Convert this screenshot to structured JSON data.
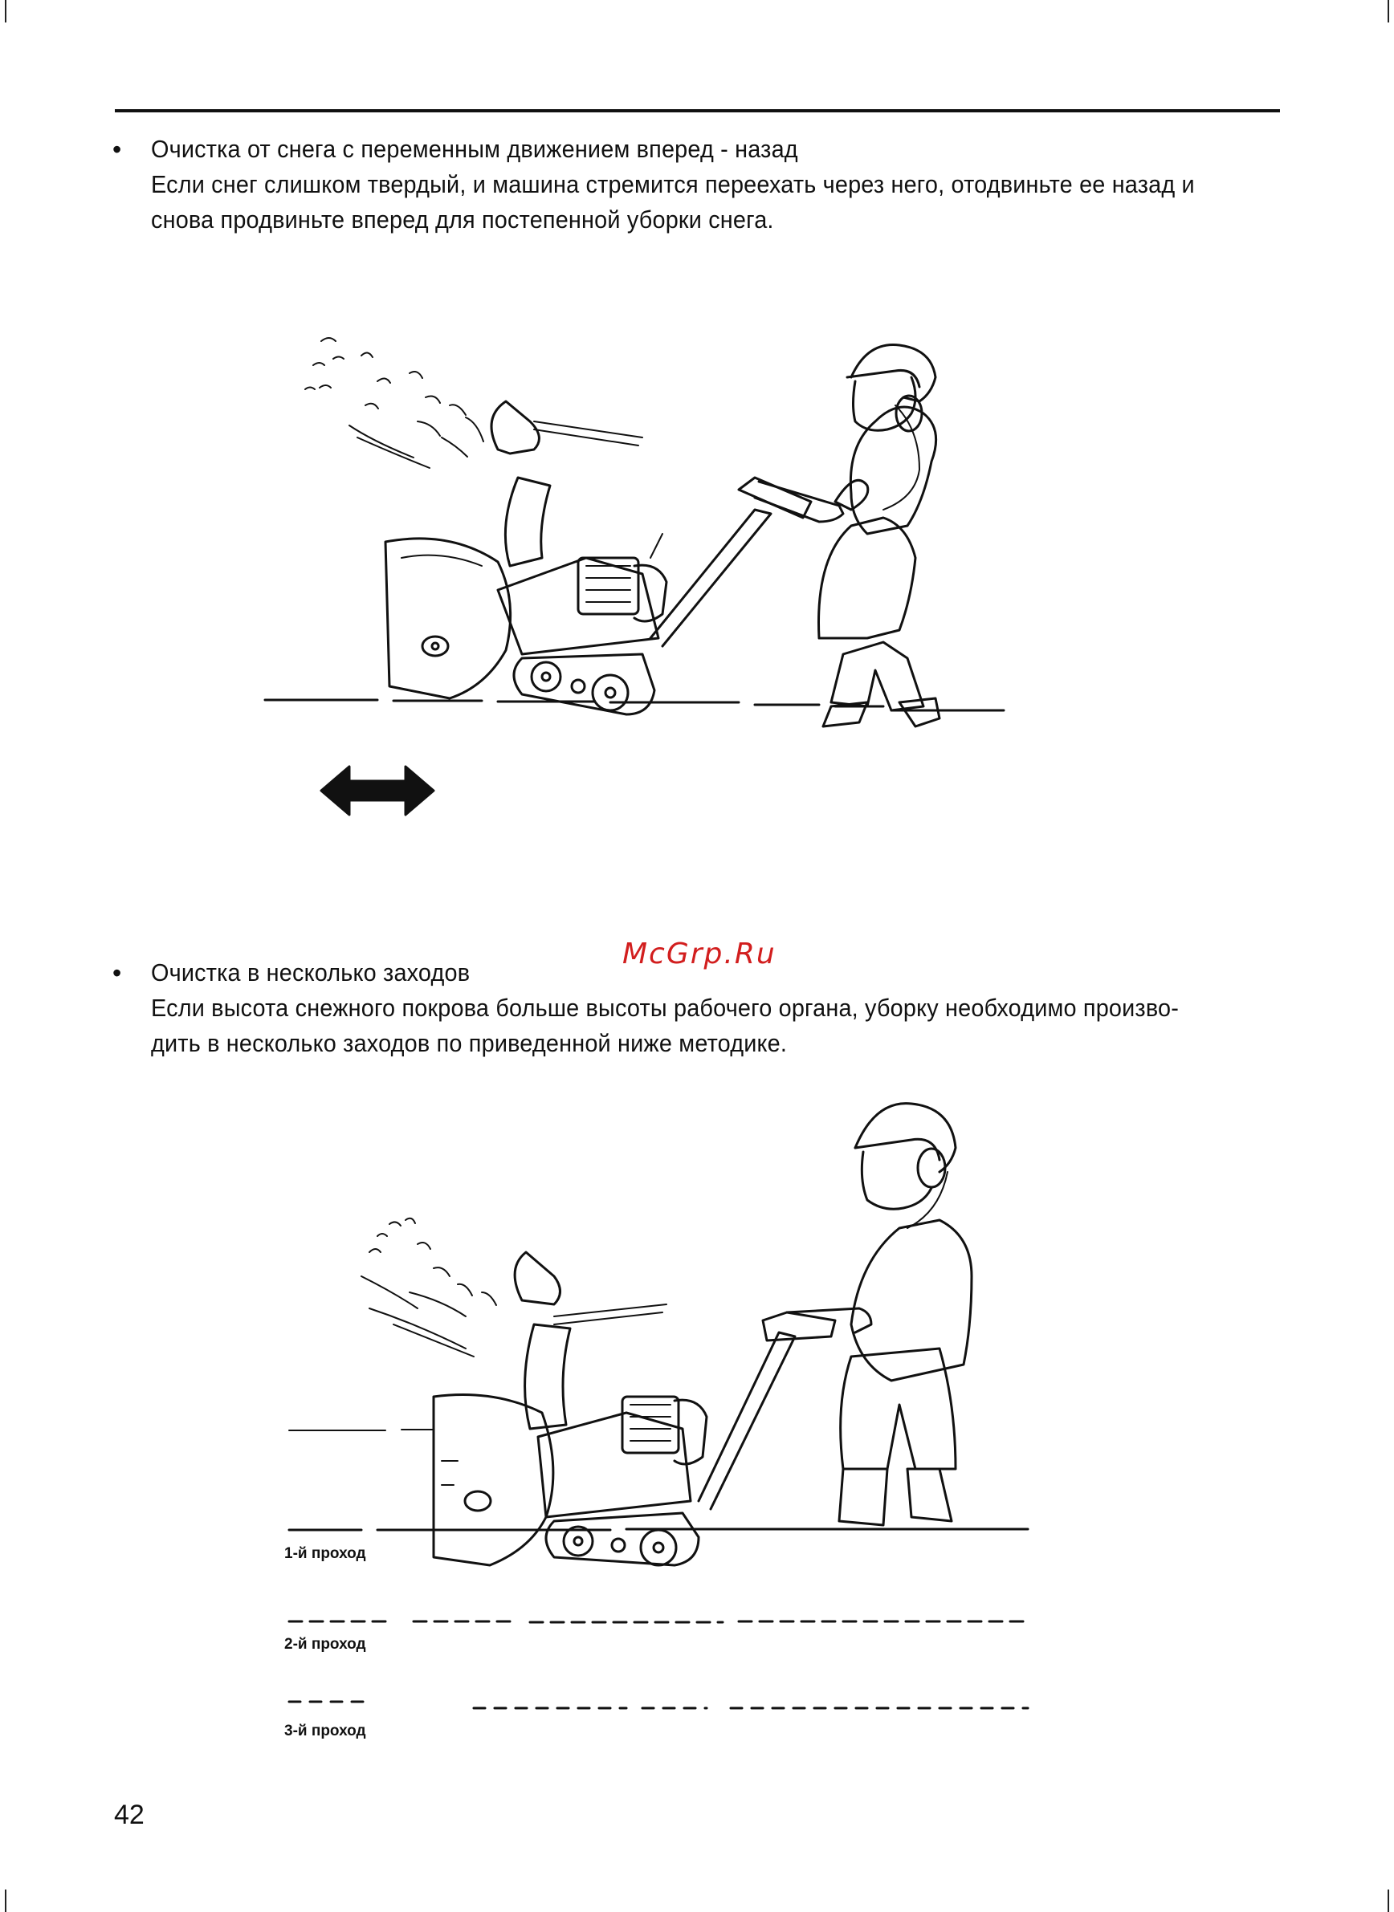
{
  "section1": {
    "bullet": "•",
    "title": "Очистка от снега с переменным движением вперед - назад",
    "body": "Если снег слишком твердый, и машина стремится переехать через него, отодвиньте ее назад и\nснова продвиньте вперед для постепенной уборки снега."
  },
  "section2": {
    "bullet": "•",
    "title": "Очистка в несколько заходов",
    "body": "Если высота снежного покрова больше высоты рабочего органа, уборку необходимо произво-\nдить в несколько заходов по приведенной ниже методике."
  },
  "watermark": "McGrp.Ru",
  "passes": [
    "1-й проход",
    "2-й проход",
    "3-й проход"
  ],
  "page_number": "42",
  "icons": {
    "figure1": "snowblower-operator-illustration",
    "figure1_arrow": "double-arrow-icon",
    "figure2": "snowblower-operator-illustration"
  },
  "colors": {
    "watermark": "#d21e1e",
    "ink": "#111111"
  }
}
